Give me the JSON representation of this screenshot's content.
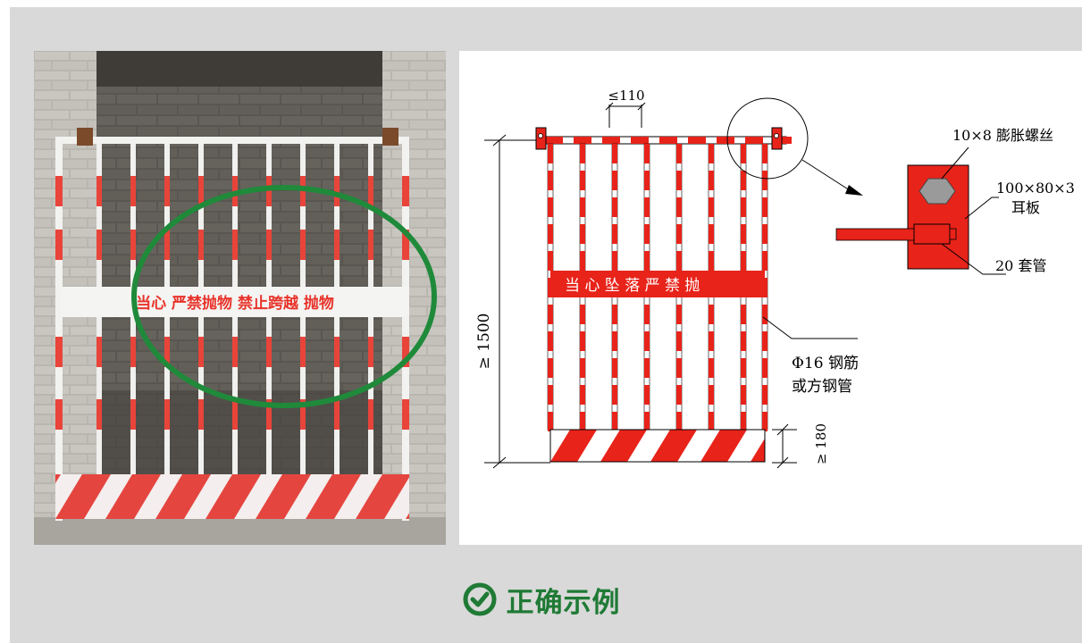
{
  "photo": {
    "banner_text": "当心  严禁抛物  禁止跨越  抛物"
  },
  "drawing": {
    "spacing_label": "≤110",
    "height_label": "≥ 1500",
    "base_label": "≥ 180",
    "banner_text": "当 心 坠 落   严 禁 抛",
    "bolt_label": "10×8 膨胀螺丝",
    "plate_label_line1": "100×80×3",
    "plate_label_line2": "耳板",
    "sleeve_label": "20 套管",
    "bar_label_line1": "Φ16 钢筋",
    "bar_label_line2": "或方钢管"
  },
  "caption": {
    "text": "正确示例",
    "icon": "check-circle-icon",
    "color": "#1f7a35"
  },
  "colors": {
    "panel_bg": "#d9d9d9",
    "red": "#e8231a",
    "highlight_green": "#1f8a3a"
  }
}
